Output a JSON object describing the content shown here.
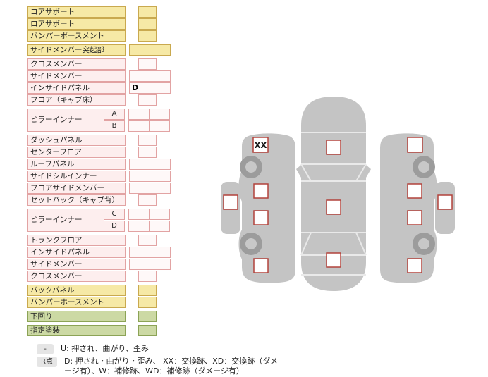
{
  "table": {
    "rows": [
      {
        "label": "コアサポート",
        "color": "yellow",
        "cells": [
          ""
        ]
      },
      {
        "label": "ロアサポート",
        "color": "yellow",
        "cells": [
          ""
        ]
      },
      {
        "label": "バンパーポースメント",
        "color": "yellow",
        "cells": [
          ""
        ]
      },
      {
        "label": "サイドメンバー突起部",
        "color": "yellow",
        "cells": [
          "",
          ""
        ],
        "gap": true
      },
      {
        "label": "クロスメンバー",
        "color": "pink",
        "cells": [
          ""
        ],
        "gap": true
      },
      {
        "label": "サイドメンバー",
        "color": "pink",
        "cells": [
          "",
          ""
        ]
      },
      {
        "label": "インサイドパネル",
        "color": "pink",
        "cells": [
          "D",
          ""
        ]
      },
      {
        "label": "フロア（キャブ床）",
        "color": "pink",
        "cells": [
          ""
        ]
      },
      {
        "label": "ピラーインナー",
        "color": "pink",
        "gap": true,
        "subs": [
          {
            "sub": "A",
            "cells": [
              "",
              ""
            ]
          },
          {
            "sub": "B",
            "cells": [
              "",
              ""
            ]
          }
        ]
      },
      {
        "label": "ダッシュパネル",
        "color": "pink",
        "cells": [
          ""
        ],
        "gap": true
      },
      {
        "label": "センターフロア",
        "color": "pink",
        "cells": [
          ""
        ]
      },
      {
        "label": "ルーフパネル",
        "color": "pink",
        "cells": [
          "",
          ""
        ]
      },
      {
        "label": "サイドシルインナー",
        "color": "pink",
        "cells": [
          "",
          ""
        ]
      },
      {
        "label": "フロアサイドメンバー",
        "color": "pink",
        "cells": [
          "",
          ""
        ]
      },
      {
        "label": "セットバック（キャブ背）",
        "color": "pink",
        "cells": [
          ""
        ]
      },
      {
        "label": "ピラーインナー",
        "color": "pink",
        "gap": true,
        "subs": [
          {
            "sub": "C",
            "cells": [
              "",
              ""
            ]
          },
          {
            "sub": "D",
            "cells": [
              "",
              ""
            ]
          }
        ]
      },
      {
        "label": "トランクフロア",
        "color": "pink",
        "cells": [
          ""
        ],
        "gap": true
      },
      {
        "label": "インサイドパネル",
        "color": "pink",
        "cells": [
          "",
          ""
        ]
      },
      {
        "label": "サイドメンバー",
        "color": "pink",
        "cells": [
          "",
          ""
        ]
      },
      {
        "label": "クロスメンバー",
        "color": "pink",
        "cells": [
          ""
        ]
      },
      {
        "label": "バックパネル",
        "color": "yellow",
        "cells": [
          ""
        ],
        "gap": true
      },
      {
        "label": "バンパーホースメント",
        "color": "yellow",
        "cells": [
          ""
        ]
      },
      {
        "label": "下回り",
        "color": "green",
        "cells": [
          ""
        ],
        "gap": true
      },
      {
        "label": "指定塗装",
        "color": "green",
        "cells": [
          ""
        ],
        "gap": true
      }
    ]
  },
  "diagram": {
    "xx_label": "XX"
  },
  "legend": {
    "items": [
      {
        "key": "-",
        "text": "U: 押され、曲がり、歪み"
      },
      {
        "key": "R点",
        "text": "D: 押され・曲がり・歪み、 XX：交換跡、XD：交換跡（ダメージ有）、W：補修跡、WD：補修跡（ダメージ有）"
      }
    ]
  },
  "colors": {
    "yellow_section_bg": "#f6e9a6",
    "yellow_section_border": "#c9a94f",
    "pink_section_bg": "#fdeeee",
    "pink_section_border": "#e2a3a3",
    "green_section_bg": "#ccd9a4",
    "green_section_border": "#8ca356",
    "car_body_gray": "#c4c4c4",
    "wheel_gray": "#9c9c9c",
    "marker_border_red": "#b2423b",
    "legend_key_bg": "#e5e5e5"
  }
}
